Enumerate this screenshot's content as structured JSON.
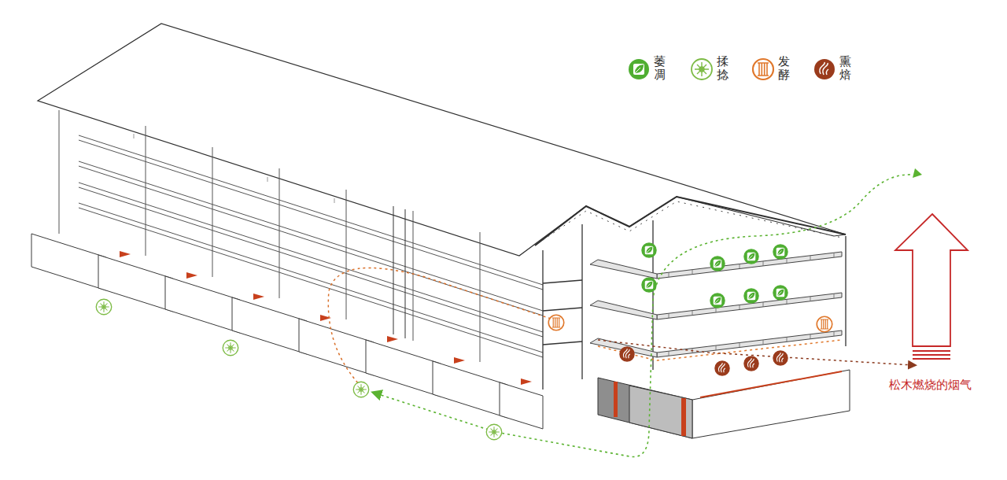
{
  "diagram": {
    "labels": [
      "松木燃烧的烟气"
    ],
    "legend": [
      {
        "text": "萎凋"
      },
      {
        "text": "揉捻"
      },
      {
        "text": "发酵"
      },
      {
        "text": "熏焙"
      }
    ]
  }
}
